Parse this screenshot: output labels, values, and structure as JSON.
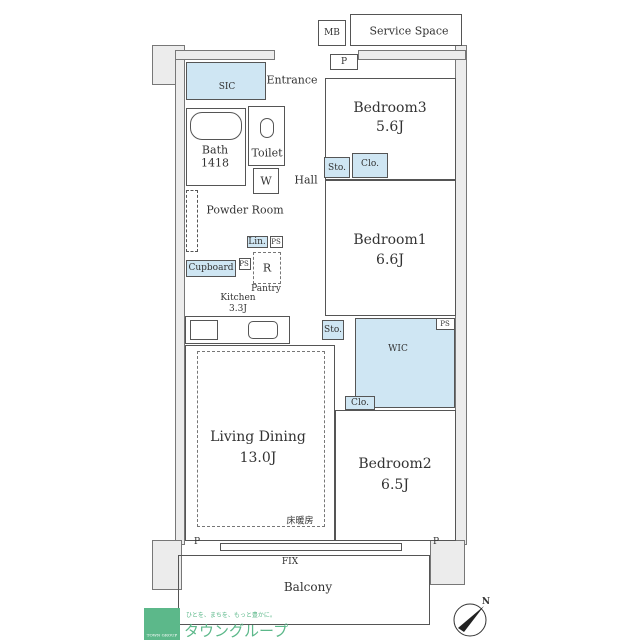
{
  "rooms": {
    "service_space": "Service Space",
    "mb": "MB",
    "p": "P",
    "sic": "SIC",
    "entrance": "Entrance",
    "bedroom3": {
      "label": "Bedroom3",
      "size": "5.6J"
    },
    "bath": {
      "label": "Bath",
      "size": "1418"
    },
    "toilet": "Toilet",
    "w": "W",
    "hall": "Hall",
    "sto": "Sto.",
    "clo": "Clo.",
    "bedroom1": {
      "label": "Bedroom1",
      "size": "6.6J"
    },
    "powder_room": "Powder Room",
    "lin": "Lin.",
    "ps": "PS",
    "cupboard": "Cupboard",
    "r": "R",
    "pantry": "Pantry",
    "kitchen": {
      "label": "Kitchen",
      "size": "3.3J"
    },
    "wic": "WIC",
    "living_dining": {
      "label": "Living Dining",
      "size": "13.0J",
      "floor_heating": "床暖房"
    },
    "bedroom2": {
      "label": "Bedroom2",
      "size": "6.5J"
    },
    "fix": "FIX",
    "balcony": "Balcony"
  },
  "logo": {
    "tagline": "ひとを、まちを、もっと豊かに。",
    "name": "タウングループ",
    "sub": "TOWN GROUP",
    "color": "#5cb88a"
  },
  "compass": {
    "label": "N",
    "direction": "north-east"
  },
  "colors": {
    "storage_fill": "#cfe6f3",
    "wall": "#555555"
  }
}
